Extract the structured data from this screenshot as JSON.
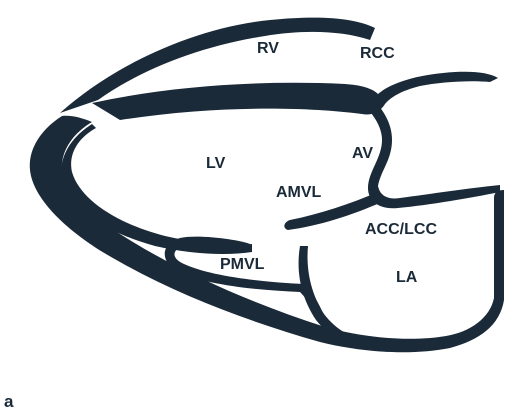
{
  "figure": {
    "panel_label": "a",
    "colors": {
      "wall": "#1b2a38",
      "background": "#ffffff"
    },
    "labels": {
      "rv": "RV",
      "rcc": "RCC",
      "lv": "LV",
      "av": "AV",
      "amvl": "AMVL",
      "acc_lcc": "ACC/LCC",
      "pmvl": "PMVL",
      "la": "LA"
    }
  }
}
